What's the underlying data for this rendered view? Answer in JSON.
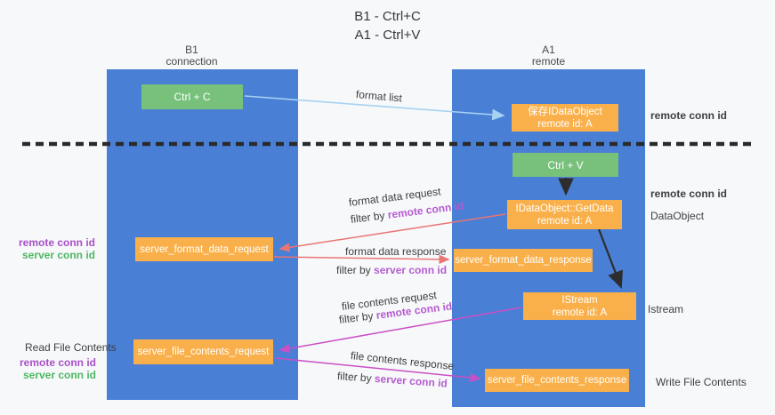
{
  "title": {
    "line1": "B1 - Ctrl+C",
    "line2": "A1 - Ctrl+V"
  },
  "lanes": {
    "left": {
      "title_line1": "B1",
      "title_line2": "connection"
    },
    "right": {
      "title_line1": "A1",
      "title_line2": "remote"
    }
  },
  "nodes": {
    "ctrl_c": {
      "label": "Ctrl + C"
    },
    "save_idataobject": {
      "line1": "保存IDataObject",
      "line2": "remote id: A"
    },
    "ctrl_v": {
      "label": "Ctrl + V"
    },
    "getdata": {
      "line1": "IDataObject::GetData",
      "line2": "remote id: A"
    },
    "istream": {
      "line1": "IStream",
      "line2": "remote id: A"
    },
    "format_request": {
      "label": "server_format_data_request"
    },
    "format_response": {
      "label": "server_format_data_response"
    },
    "file_request": {
      "label": "server_file_contents_request"
    },
    "file_response": {
      "label": "server_file_contents_response"
    }
  },
  "edge_labels": {
    "format_list": "format list",
    "format_data_request": "format data request",
    "format_data_response": "format data response",
    "file_contents_request": "file contents request",
    "file_contents_response": "file contents response"
  },
  "filters": [
    {
      "prefix": "filter by ",
      "target": "remote conn id"
    },
    {
      "prefix": "filter by ",
      "target": "server conn id"
    },
    {
      "prefix": "filter by ",
      "target": "remote conn id"
    },
    {
      "prefix": "filter by ",
      "target": "server conn id"
    }
  ],
  "side_labels": {
    "remote_conn_id_top": "remote conn id",
    "remote_conn_id_mid": "remote conn id",
    "dataobject": "DataObject",
    "istream": "Istream",
    "write_file_contents": "Write File Contents",
    "read_file_contents": "Read File Contents",
    "left_group1": {
      "remote": "remote conn id",
      "server": "server conn id"
    },
    "left_group2": {
      "remote": "remote conn id",
      "server": "server conn id"
    }
  },
  "colors": {
    "lane_blue": "#4a7fd6",
    "node_orange": "#f9b04a",
    "node_green": "#77c17a",
    "arrow_salmon": "#e87672",
    "arrow_magenta": "#ca4fc5",
    "arrow_lightblue": "#a6d2f2",
    "arrow_black": "#2d2d2d",
    "label_purple": "#a950c8",
    "label_green": "#4eb863"
  }
}
